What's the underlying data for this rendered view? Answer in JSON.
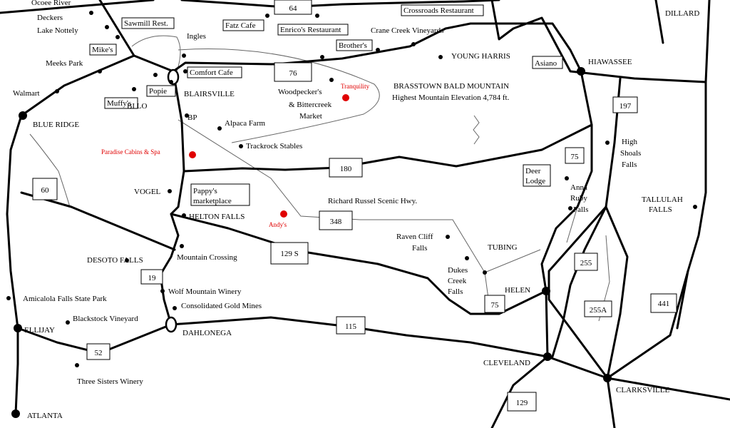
{
  "colors": {
    "road": "#000000",
    "highlight": "#e00000",
    "background": "#ffffff"
  },
  "route_shields": [
    {
      "label": "64"
    },
    {
      "label": "76"
    },
    {
      "label": "180"
    },
    {
      "label": "60"
    },
    {
      "label": "348"
    },
    {
      "label": "129 S"
    },
    {
      "label": "19"
    },
    {
      "label": "115"
    },
    {
      "label": "52"
    },
    {
      "label": "75"
    },
    {
      "label": "75"
    },
    {
      "label": "197"
    },
    {
      "label": "255"
    },
    {
      "label": "255A"
    },
    {
      "label": "441"
    },
    {
      "label": "129"
    }
  ],
  "boxed_places": [
    {
      "label": "Sawmill Rest."
    },
    {
      "label": "Fatz Cafe"
    },
    {
      "label": "Mike's"
    },
    {
      "label": "Enrico's Restaurant"
    },
    {
      "label": "Crossroads Restaurant"
    },
    {
      "label": "Brother's"
    },
    {
      "label": "Asiano"
    },
    {
      "label": "Comfort Cafe"
    },
    {
      "label": "Popie"
    },
    {
      "label": "Muffy's"
    },
    {
      "label": "Deer"
    },
    {
      "label": "Lodge"
    },
    {
      "label": "Pappy's"
    },
    {
      "label": "marketplace"
    }
  ],
  "towns": [
    {
      "label": "BLAIRSVILLE"
    },
    {
      "label": "BLUE RIDGE"
    },
    {
      "label": "YOUNG HARRIS"
    },
    {
      "label": "HIAWASSEE"
    },
    {
      "label": "DILLARD"
    },
    {
      "label": "HELEN"
    },
    {
      "label": "CLEVELAND"
    },
    {
      "label": "CLARKSVILLE"
    },
    {
      "label": "DAHLONEGA"
    },
    {
      "label": "ELLIJAY"
    },
    {
      "label": "ATLANTA"
    },
    {
      "label": "TALLULAH"
    },
    {
      "label": "FALLS"
    },
    {
      "label": "VOGEL"
    },
    {
      "label": "HELTON FALLS"
    },
    {
      "label": "DESOTO FALLS"
    },
    {
      "label": "TUBING"
    }
  ],
  "places": [
    {
      "label": "Ocoee River"
    },
    {
      "label": "Deckers"
    },
    {
      "label": "Lake Nottely"
    },
    {
      "label": "Ingles"
    },
    {
      "label": "Crane Creek Vineyards"
    },
    {
      "label": "Meeks Park"
    },
    {
      "label": "Walmart"
    },
    {
      "label": "BI LO"
    },
    {
      "label": "Woodpecker's"
    },
    {
      "label": "& Bittercreek"
    },
    {
      "label": "Market"
    },
    {
      "label": "BP"
    },
    {
      "label": "Alpaca Farm"
    },
    {
      "label": "Trackrock Stables"
    },
    {
      "label": "BRASSTOWN BALD MOUNTAIN"
    },
    {
      "label": "Highest Mountain Elevation 4,784 ft."
    },
    {
      "label": "Richard Russel Scenic Hwy."
    },
    {
      "label": "Raven Cliff"
    },
    {
      "label": "Falls"
    },
    {
      "label": "Dukes"
    },
    {
      "label": "Creek"
    },
    {
      "label": "Falls"
    },
    {
      "label": "Anna"
    },
    {
      "label": "Ruby"
    },
    {
      "label": "Falls"
    },
    {
      "label": "High"
    },
    {
      "label": "Shoals"
    },
    {
      "label": "Falls"
    },
    {
      "label": "Mountain Crossing"
    },
    {
      "label": "Amicalola Falls State Park"
    },
    {
      "label": "Wolf Mountain Winery"
    },
    {
      "label": "Consolidated Gold Mines"
    },
    {
      "label": "Blackstock Vineyard"
    },
    {
      "label": "Three Sisters Winery"
    }
  ],
  "highlighted": [
    {
      "label": "Tranquility"
    },
    {
      "label": "Paradise Cabins & Spa"
    },
    {
      "label": "Andy's"
    }
  ]
}
